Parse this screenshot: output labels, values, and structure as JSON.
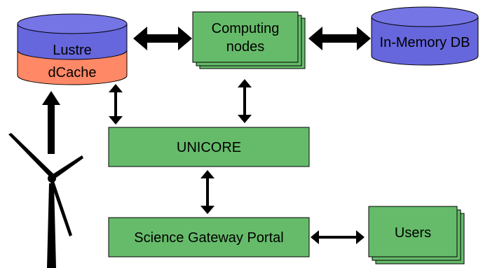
{
  "storage": {
    "top_label": "Lustre",
    "bottom_label": "dCache"
  },
  "compute": {
    "label_line1": "Computing",
    "label_line2": "nodes"
  },
  "in_memory_db": {
    "label": "In-Memory DB"
  },
  "unicore": {
    "label": "UNICORE"
  },
  "portal": {
    "label": "Science Gateway Portal"
  },
  "users": {
    "label": "Users"
  },
  "colors": {
    "box_fill": "#66bb6a",
    "box_stroke": "#000000",
    "lustre_fill": "#6666dd",
    "dcache_fill": "#ff8866",
    "db_fill": "#6666dd",
    "arrow": "#000000"
  },
  "icons": {
    "source": "wind-turbine-icon"
  }
}
